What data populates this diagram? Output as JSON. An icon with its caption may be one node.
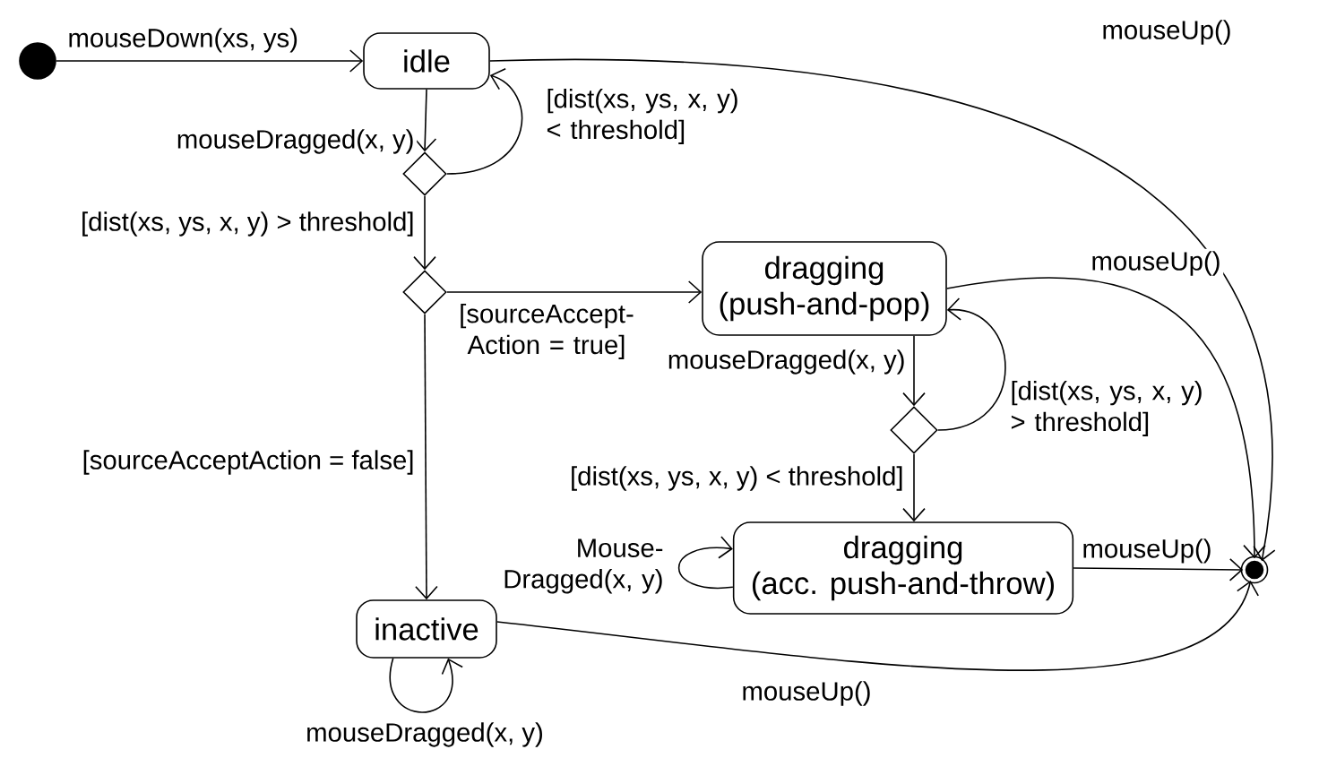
{
  "diagram": {
    "nodes": [
      {
        "text": [],
        "shape": "circle"
      },
      {
        "text": [
          "idle"
        ]
      },
      {
        "text": [],
        "shape": "diamond"
      },
      {
        "text": [],
        "shape": "diamond"
      },
      {
        "text": [
          "dragging (push-and-pop)"
        ]
      },
      {
        "text": [],
        "shape": "diamond"
      },
      {
        "text": [
          "dragging (acc. push-and-throw)"
        ]
      },
      {
        "text": [
          "inactive"
        ]
      },
      {
        "text": [],
        "shape": "bullseye"
      }
    ],
    "edges": [
      {
        "from": 0,
        "to": 1,
        "arrow": "to",
        "label": "mouseDown(xs, ys)"
      },
      {
        "from": 1,
        "to": 8,
        "arrow": "to",
        "label": "mouseUp()"
      },
      {
        "from": 1,
        "to": 2,
        "arrow": "to",
        "label": "mouseDragged(x, y)"
      },
      {
        "from": 2,
        "to": 1,
        "arrow": "to",
        "label": "[dist(xs, ys, x, y) < threshold]"
      },
      {
        "from": 2,
        "to": 3,
        "arrow": "to",
        "label": "[dist(xs, ys, x, y) > threshold]"
      },
      {
        "from": 3,
        "to": 4,
        "arrow": "to",
        "label": "[sourceAccept- Action = true]"
      },
      {
        "from": 3,
        "to": 7,
        "arrow": "to",
        "label": "[sourceAcceptAction = false]"
      },
      {
        "from": 4,
        "to": 8,
        "arrow": "to",
        "label": "mouseUp()"
      },
      {
        "from": 4,
        "to": 5,
        "arrow": "to",
        "label": "mouseDragged(x, y)"
      },
      {
        "from": 5,
        "to": 4,
        "arrow": "to",
        "label": "[dist(xs, ys, x, y) > threshold]"
      },
      {
        "from": 5,
        "to": 6,
        "arrow": "to",
        "label": "[dist(xs, ys, x, y) < threshold]"
      },
      {
        "from": 6,
        "to": 6,
        "arrow": "to",
        "label": "Mouse- Dragged(x, y)"
      },
      {
        "from": 6,
        "to": 8,
        "arrow": "to",
        "label": "mouseUp()"
      },
      {
        "from": 7,
        "to": 7,
        "arrow": "to",
        "label": "mouseDragged(x, y)"
      },
      {
        "from": 7,
        "to": 8,
        "arrow": "to",
        "label": "mouseUp()"
      }
    ]
  }
}
